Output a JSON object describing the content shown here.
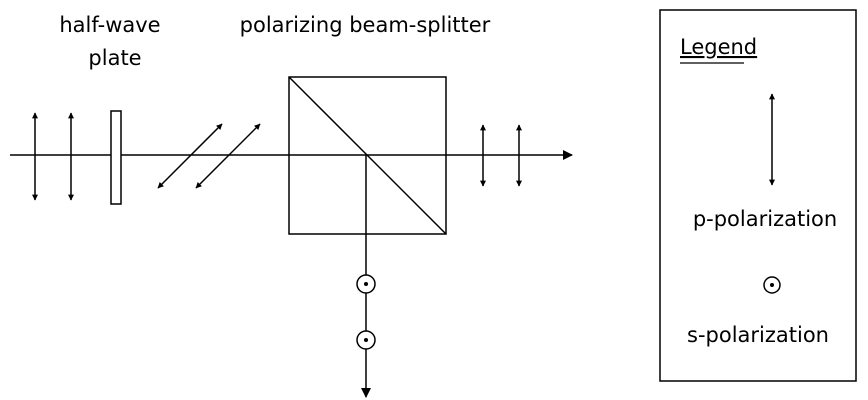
{
  "labels": {
    "half_wave_line1": "half-wave",
    "half_wave_line2": "plate",
    "beam_splitter": "polarizing beam-splitter"
  },
  "legend": {
    "title": "Legend",
    "items": [
      {
        "label": "p-polarization",
        "icon": "double-arrow-vertical-icon"
      },
      {
        "label": "s-polarization",
        "icon": "dot-circle-icon"
      }
    ]
  },
  "colors": {
    "stroke": "#000000",
    "background": "#ffffff"
  }
}
